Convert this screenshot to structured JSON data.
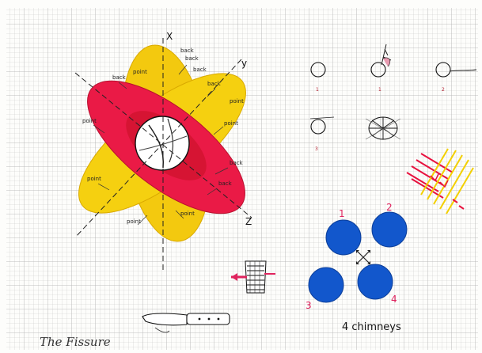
{
  "axes": {
    "x": "X",
    "y": "y",
    "z": "Z"
  },
  "ellipse_labels": [
    "back",
    "back",
    "back",
    "point",
    "back",
    "back",
    "point",
    "point",
    "point",
    "back",
    "point",
    "back",
    "point",
    "point"
  ],
  "small_figures": [
    {
      "label": "1"
    },
    {
      "label": "1"
    },
    {
      "label": "2"
    },
    {
      "label": "3"
    }
  ],
  "chimney_numbers": [
    "1",
    "2",
    "3",
    "4"
  ],
  "chimneys_caption": "4 chimneys",
  "title": "The Fissure",
  "colors": {
    "red": "#e8123f",
    "yellow": "#f5d010",
    "blue": "#1257cc",
    "pink": "#e0245e"
  }
}
